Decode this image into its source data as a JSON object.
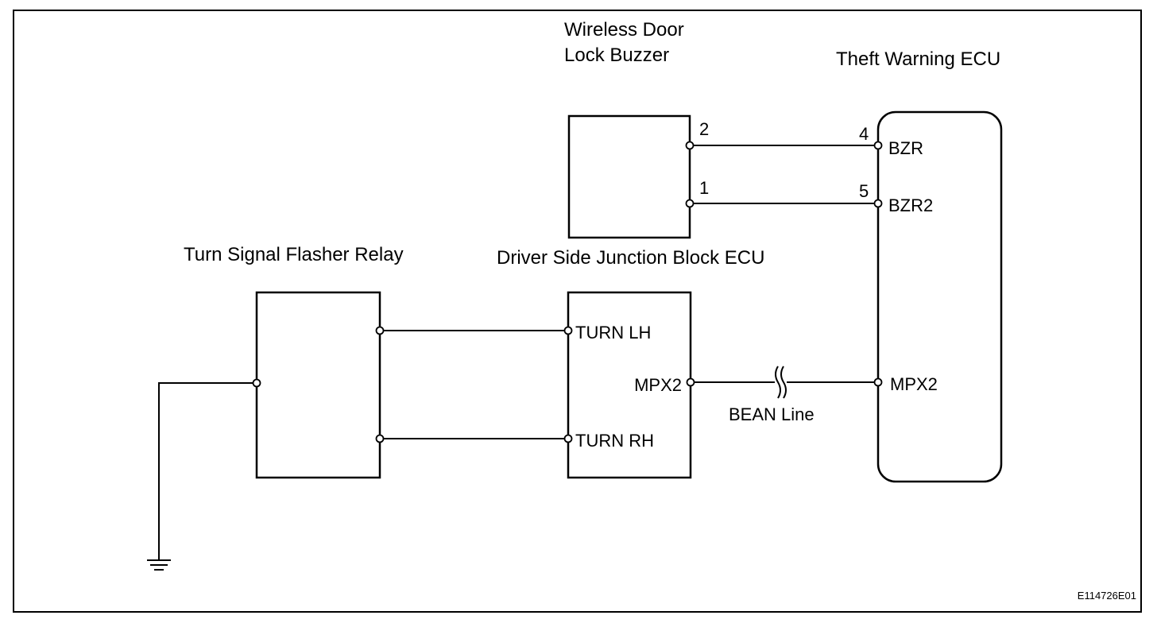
{
  "components": {
    "buzzer": {
      "name_line1": "Wireless Door",
      "name_line2": "Lock Buzzer"
    },
    "theft_ecu": {
      "name": "Theft Warning ECU"
    },
    "flasher": {
      "name": "Turn Signal Flasher Relay"
    },
    "junction": {
      "name": "Driver Side Junction Block ECU"
    }
  },
  "pins": {
    "buzzer_pin_2": "2",
    "buzzer_pin_1": "1",
    "ecu_pin_4": "4",
    "ecu_pin_5": "5",
    "ecu_bzr": "BZR",
    "ecu_bzr2": "BZR2",
    "ecu_mpx2": "MPX2",
    "jb_turn_lh": "TURN LH",
    "jb_turn_rh": "TURN RH",
    "jb_mpx2": "MPX2"
  },
  "bus_label": "BEAN Line",
  "figure_id": "E114726E01"
}
